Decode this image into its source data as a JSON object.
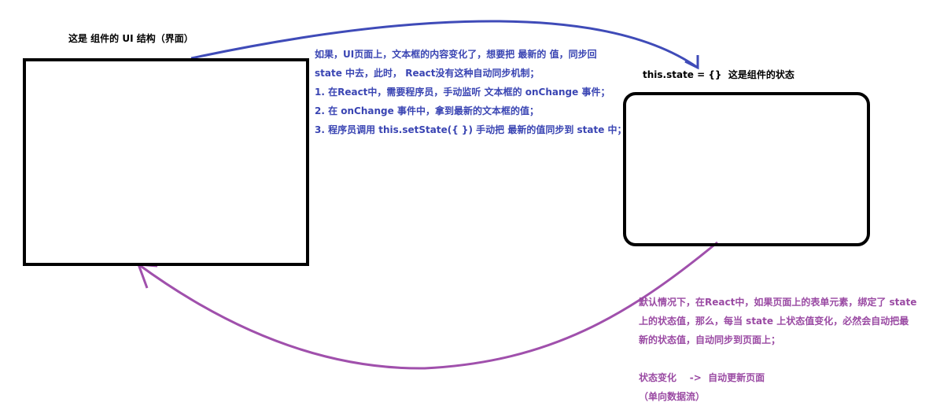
{
  "labels": {
    "ui_structure": "这是 组件的 UI 结构（界面）",
    "state_prefix": "this.state = {}",
    "state_suffix": "这是组件的状态"
  },
  "blue_note": [
    "如果，UI页面上，文本框的内容变化了，想要把 最新的 值，同步回",
    "state 中去，此时， React没有这种自动同步机制；",
    "1. 在React中，需要程序员，手动监听 文本框的 onChange 事件；",
    "2. 在 onChange 事件中，拿到最新的文本框的值；",
    "3. 程序员调用 this.setState({ }) 手动把 最新的值同步到 state 中；"
  ],
  "purple_note": [
    "默认情况下，在React中，如果页面上的表单元素，绑定了 state",
    "上的状态值，那么，每当 state 上状态值变化，必然会自动把最",
    "新的状态值，自动同步到页面上；",
    "",
    "状态变化    ->  自动更新页面",
    "（单向数据流）"
  ],
  "colors": {
    "blue_arrow": "#3f4bb8",
    "purple_arrow": "#a050ac",
    "box_border": "#000000"
  }
}
